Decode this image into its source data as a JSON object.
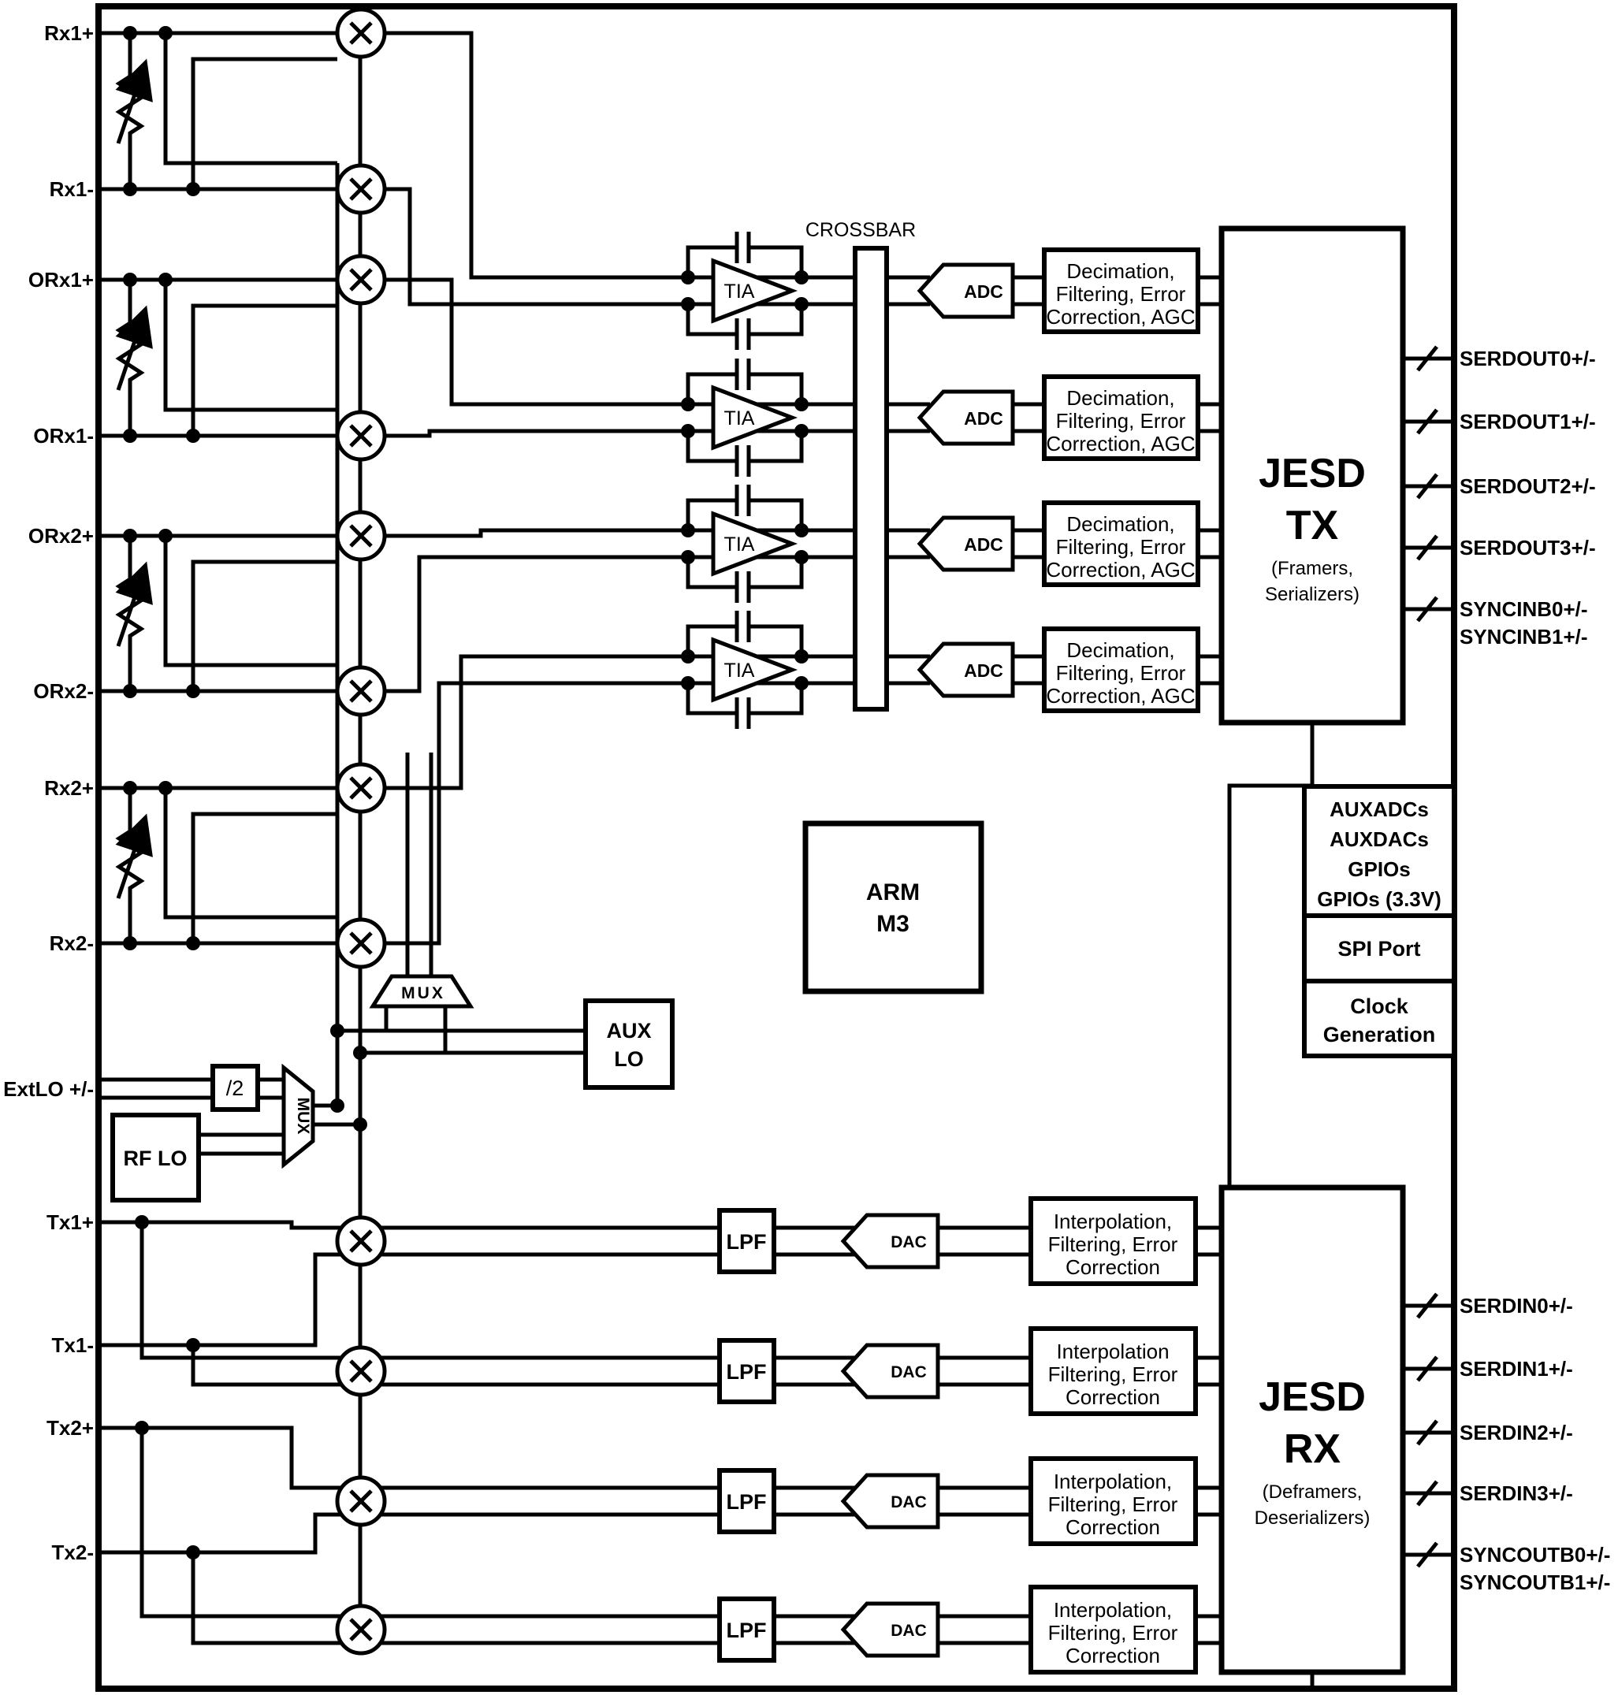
{
  "diagram": {
    "pins_left": [
      {
        "label": "Rx1+"
      },
      {
        "label": "Rx1-"
      },
      {
        "label": "ORx1+"
      },
      {
        "label": "ORx1-"
      },
      {
        "label": "ORx2+"
      },
      {
        "label": "ORx2-"
      },
      {
        "label": "Rx2+"
      },
      {
        "label": "Rx2-"
      },
      {
        "label": "ExtLO +/-"
      },
      {
        "label": "Tx1+"
      },
      {
        "label": "Tx1-"
      },
      {
        "label": "Tx2+"
      },
      {
        "label": "Tx2-"
      }
    ],
    "pins_right_top": [
      {
        "label": "SERDOUT0+/-"
      },
      {
        "label": "SERDOUT1+/-"
      },
      {
        "label": "SERDOUT2+/-"
      },
      {
        "label": "SERDOUT3+/-"
      },
      {
        "label": "SYNCINB0+/-"
      },
      {
        "label": "SYNCINB1+/-"
      }
    ],
    "pins_right_bottom": [
      {
        "label": "SERDIN0+/-"
      },
      {
        "label": "SERDIN1+/-"
      },
      {
        "label": "SERDIN2+/-"
      },
      {
        "label": "SERDIN3+/-"
      },
      {
        "label": "SYNCOUTB0+/-"
      },
      {
        "label": "SYNCOUTB1+/-"
      }
    ],
    "crossbar": "CROSSBAR",
    "tia": "TIA",
    "adc": "ADC",
    "dac": "DAC",
    "lpf": "LPF",
    "mux": "MUX",
    "div2": "/2",
    "rf_lo": "RF LO",
    "aux_lo": [
      "AUX",
      "LO"
    ],
    "arm": [
      "ARM",
      "M3"
    ],
    "rx_block": [
      "Decimation,",
      "Filtering, Error",
      "Correction, AGC"
    ],
    "tx_blocks": [
      [
        "Interpolation,",
        "Filtering, Error",
        "Correction"
      ],
      [
        "Interpolation",
        "Filtering, Error",
        "Correction"
      ],
      [
        "Interpolation,",
        "Filtering, Error",
        "Correction"
      ],
      [
        "Interpolation,",
        "Filtering, Error",
        "Correction"
      ]
    ],
    "jesd_tx": {
      "title1": "JESD",
      "title2": "TX",
      "sub1": "(Framers,",
      "sub2": "Serializers)"
    },
    "jesd_rx": {
      "title1": "JESD",
      "title2": "RX",
      "sub1": "(Deframers,",
      "sub2": "Deserializers)"
    },
    "aux_io": [
      "AUXADCs",
      "AUXDACs",
      "GPIOs",
      "GPIOs (3.3V)"
    ],
    "spi": "SPI Port",
    "clock": [
      "Clock",
      "Generation"
    ]
  }
}
